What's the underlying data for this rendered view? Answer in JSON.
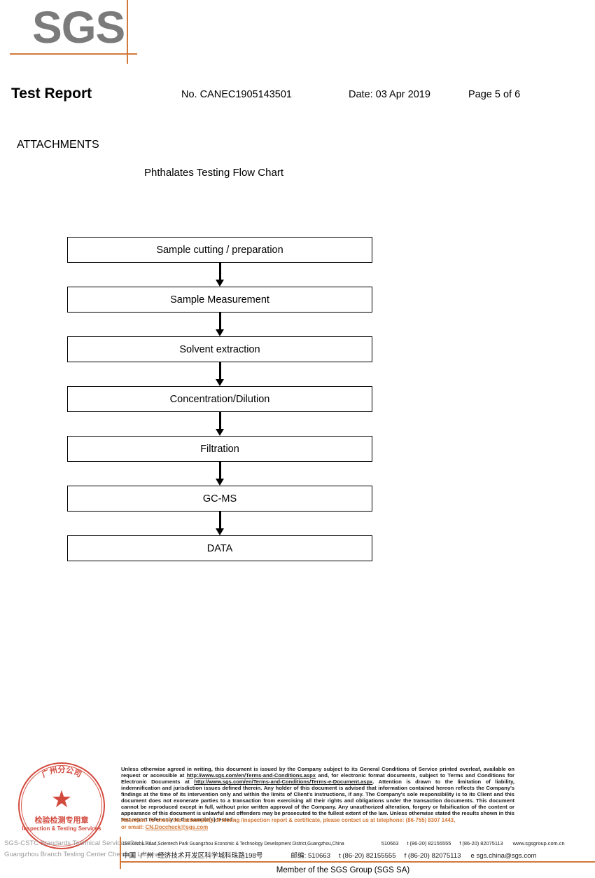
{
  "logo": {
    "wordmark": "SGS"
  },
  "header": {
    "title": "Test Report",
    "report_no": "No. CANEC1905143501",
    "date": "Date: 03 Apr 2019",
    "page": "Page 5 of 6"
  },
  "attachments": {
    "heading": "ATTACHMENTS",
    "flow_title": "Phthalates Testing Flow Chart"
  },
  "flowchart": {
    "steps": [
      "Sample cutting / preparation",
      "Sample Measurement",
      "Solvent extraction",
      "Concentration/Dilution",
      "Filtration",
      "GC-MS",
      "DATA"
    ]
  },
  "seal": {
    "arc_text": "广州分公司",
    "star": "★",
    "cn_text": "检验检测专用章",
    "en_text": "Inspection & Testing Services",
    "gray_line_1": "SGS-CSTC Standards Technical Services Co.,Ltd.",
    "gray_line_2": "Guangzhou Branch Testing Center Chemical Laboratory."
  },
  "footer": {
    "legal_part1": "Unless otherwise agreed in writing, this document is issued by the Company subject to its General Conditions of Service printed overleaf, available on request or accessible at ",
    "legal_url1": "http://www.sgs.com/en/Terms-and-Conditions.aspx",
    "legal_part2": " and, for electronic format documents, subject to Terms and Conditions for Electronic Documents at ",
    "legal_url2": "http://www.sgs.com/en/Terms-and-Conditions/Terms-e-Document.aspx",
    "legal_part3": ". Attention is drawn to the limitation of liability, indemnification and jurisdiction issues defined therein. Any holder of this document is advised that information contained hereon reflects the Company's findings at the time of its intervention only and within the limits of Client's instructions, if any. The Company's sole responsibility is to its Client and this document does not exonerate parties to a transaction from exercising all their rights and obligations under the transaction documents. This document cannot be reproduced except in full, without prior written approval of the Company. Any unauthorized alteration, forgery or falsification of the content or appearance of this document is unlawful and offenders may be prosecuted to the fullest extent of the law. Unless otherwise stated the results shown in this test report refer only to the sample(s) tested .",
    "attention_line1": "Attention: To check the authenticity of testing /inspection report & certificate, please contact us at telephone: (86-755) 8307 1443,",
    "attention_line2_prefix": "or email: ",
    "attention_email": "CN.Doccheck@sgs.com",
    "address_en": {
      "street": "198 Kezhu Road,Scientech Park Guangzhou Economic & Technology Development District,Guangzhou,China",
      "postcode": "510663",
      "tel": "t (86-20) 82155555",
      "fax": "f (86-20) 82075113",
      "web": "www.sgsgroup.com.cn"
    },
    "address_cn": {
      "street": "中国 ·广州 ·经济技术开发区科学城科珠路198号",
      "postcode_label": "邮编: 510663",
      "tel": "t (86-20) 82155555",
      "fax": "f (86-20) 82075113",
      "email": "e  sgs.china@sgs.com"
    },
    "member_line": "Member of the SGS Group (SGS SA)"
  },
  "colors": {
    "brand_orange": "#d2793a",
    "logo_gray": "#7b7b7b",
    "seal_red": "#cf3b2e"
  }
}
